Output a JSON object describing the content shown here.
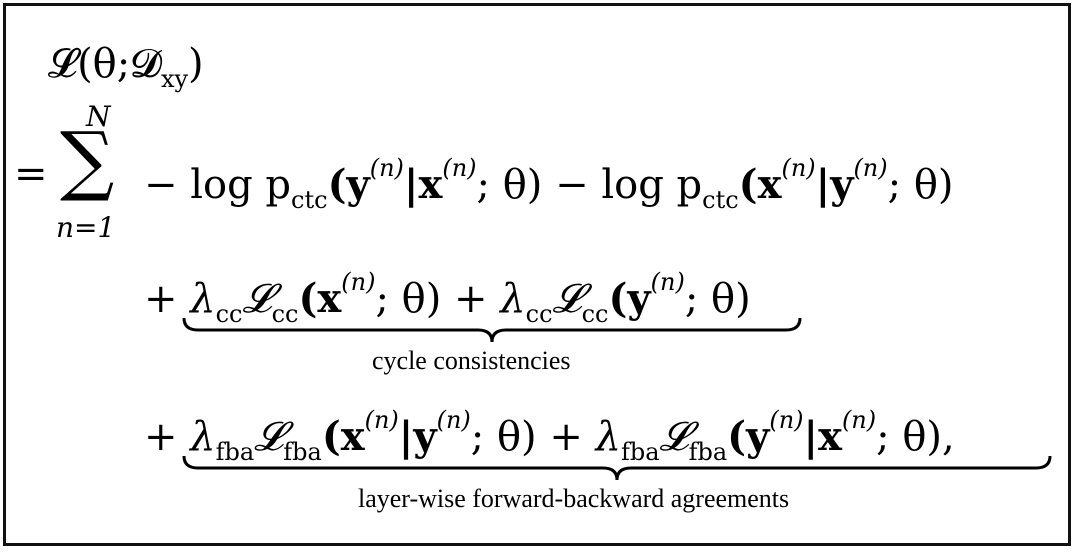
{
  "equation": {
    "lhs": "𝓛(θ;𝓓",
    "lhs_sub": "xy",
    "lhs_close": ")",
    "eq": "=",
    "sum_symbol": "∑",
    "sum_upper": "N",
    "sum_lower": "n=1",
    "line1": "− log p",
    "line1_sub": "ctc",
    "line1_a": "(𝐲",
    "sup_n": "(n)",
    "line1_b": "|𝐱",
    "line1_c": "; θ) − log p",
    "line1_d": "(𝐱",
    "line1_e": "|𝐲",
    "line1_f": "; θ)",
    "line2_plus": "+",
    "lambda": "λ",
    "cc": "cc",
    "calL": "𝓛",
    "line2_a": "(𝐱",
    "line2_b": "; θ) + ",
    "line2_c": "(𝐲",
    "line2_d": "; θ)",
    "note_cc": "cycle consistencies",
    "line3_plus": "+",
    "fba": "fba",
    "line3_a": "(𝐱",
    "line3_b": "|𝐲",
    "line3_c": "; θ) + ",
    "line3_d": "(𝐲",
    "line3_e": "|𝐱",
    "line3_f": "; θ),",
    "note_fba": "layer-wise forward-backward agreements"
  }
}
